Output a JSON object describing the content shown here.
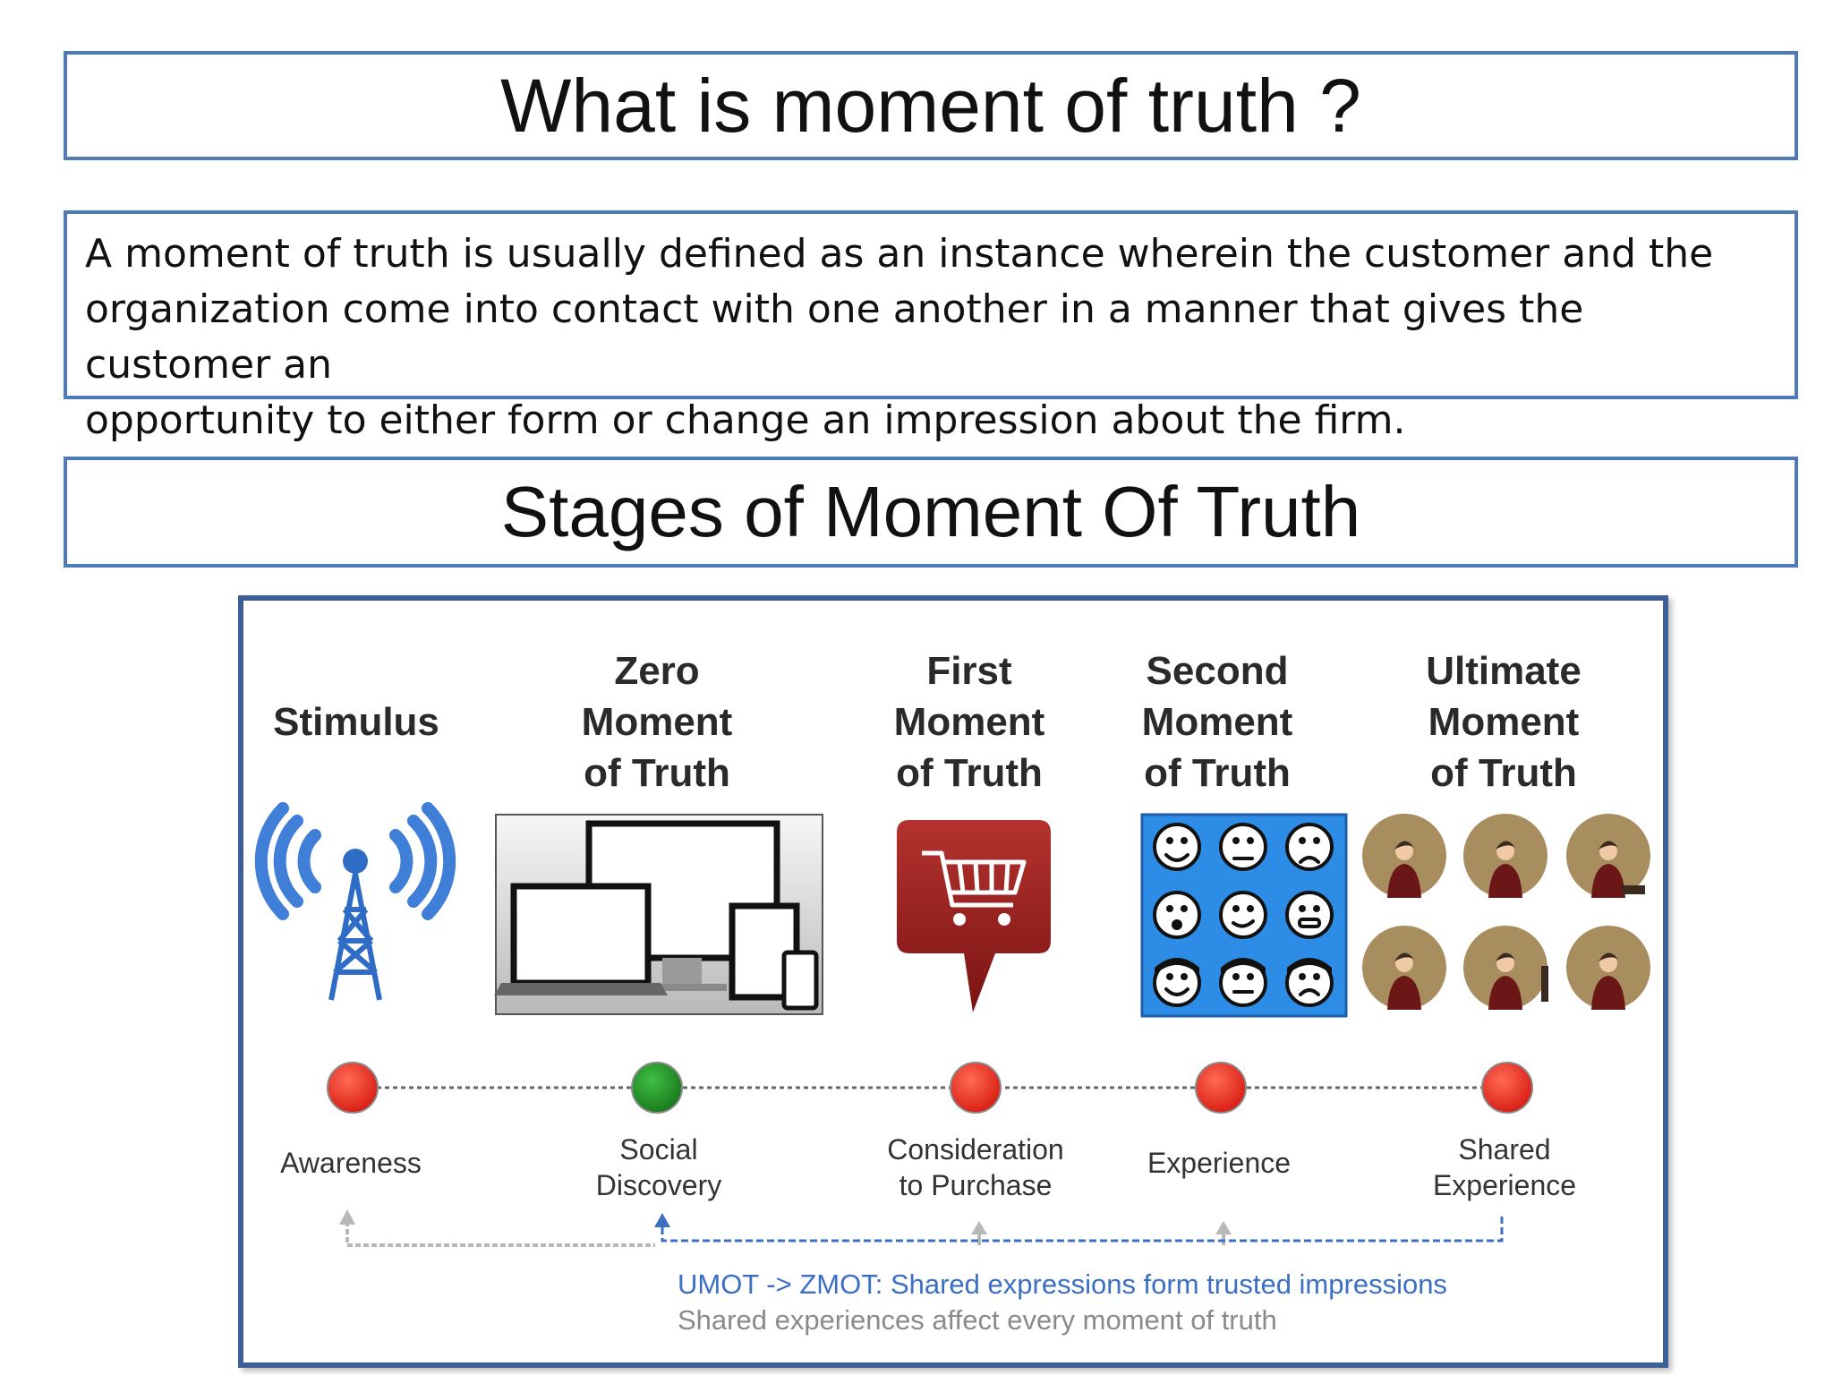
{
  "title": "What is moment of truth ?",
  "definition": "A moment of truth is usually defined as an instance wherein the customer and the organization come into contact with one another in a manner that gives the customer an opportunity to either form or change an impression about the firm.",
  "definition_lines": [
    "A moment of truth is usually defined as an instance wherein the customer and the",
    "organization come into contact with one another in a manner that gives the customer an",
    "opportunity to either form or change an impression about the firm."
  ],
  "section_title": "Stages of Moment Of Truth",
  "diagram": {
    "stages": [
      {
        "title": [
          "Stimulus"
        ],
        "label": [
          "Awareness"
        ],
        "icon": "broadcast-tower-icon",
        "dot_color": "#e8261b"
      },
      {
        "title": [
          "Zero",
          "Moment",
          "of Truth"
        ],
        "label": [
          "Social",
          "Discovery"
        ],
        "icon": "devices-icon",
        "dot_color": "#1f8f25"
      },
      {
        "title": [
          "First",
          "Moment",
          "of Truth"
        ],
        "label": [
          "Consideration",
          "to Purchase"
        ],
        "icon": "shopping-cart-icon",
        "dot_color": "#e8261b"
      },
      {
        "title": [
          "Second",
          "Moment",
          "of Truth"
        ],
        "label": [
          "Experience"
        ],
        "icon": "faces-grid-icon",
        "dot_color": "#e8261b"
      },
      {
        "title": [
          "Ultimate",
          "Moment",
          "of Truth"
        ],
        "label": [
          "Shared",
          "Experience"
        ],
        "icon": "people-sharing-icon",
        "dot_color": "#e8261b"
      }
    ],
    "footer_line1": "UMOT -> ZMOT: Shared expressions form trusted impressions",
    "footer_line2": "Shared experiences affect every moment of truth"
  }
}
